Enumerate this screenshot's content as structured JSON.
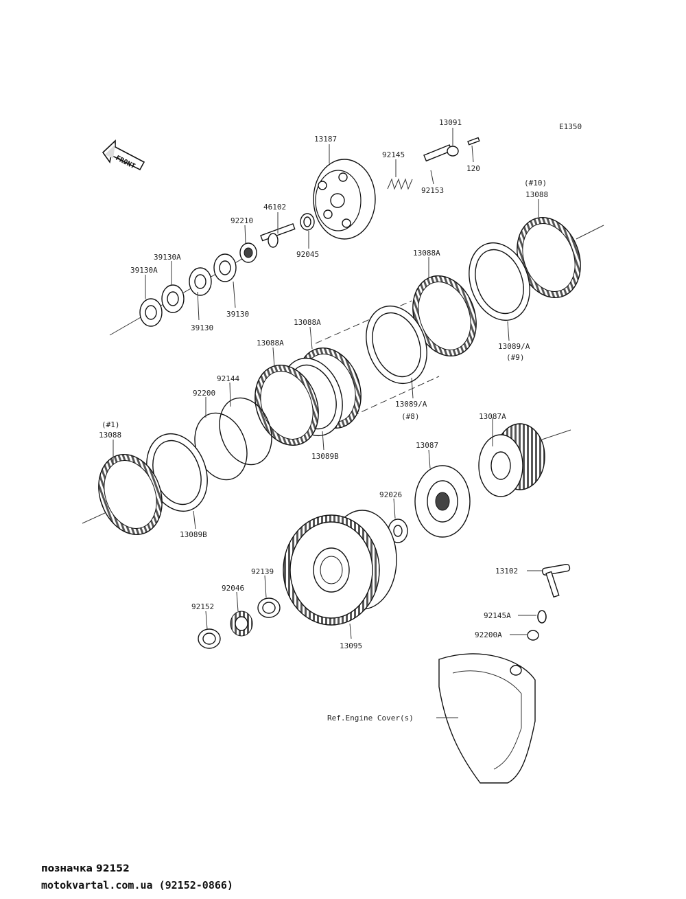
{
  "diagram_code": "E1350",
  "front_label": "FRONT",
  "labels": {
    "p13187": "13187",
    "p13091": "13091",
    "p120": "120",
    "p92145": "92145",
    "p92153": "92153",
    "p46102": "46102",
    "p92210": "92210",
    "p92045": "92045",
    "p39130A_1": "39130A",
    "p39130A_2": "39130A",
    "p39130_1": "39130",
    "p39130_2": "39130",
    "p10_hash": "(#10)",
    "p13088_top": "13088",
    "p13088A_top": "13088A",
    "p13089A_9": "13089/A",
    "p9_hash": "(#9)",
    "p13088A_mid": "13088A",
    "p13088A_left": "13088A",
    "p92144": "92144",
    "p92200": "92200",
    "p13089A_8": "13089/A",
    "p8_hash": "(#8)",
    "p13089B_mid": "13089B",
    "p1_hash": "(#1)",
    "p13088_left": "13088",
    "p13089B_left": "13089B",
    "p13087A": "13087A",
    "p13087": "13087",
    "p92026": "92026",
    "p13102": "13102",
    "p92139": "92139",
    "p92046": "92046",
    "p92152": "92152",
    "p13095": "13095",
    "p92145A": "92145A",
    "p92200A": "92200A",
    "ref_cover": "Ref.Engine Cover(s)"
  },
  "footer": {
    "line1": "позначка 92152",
    "line2": "motokvartal.com.ua (92152-0866)"
  }
}
